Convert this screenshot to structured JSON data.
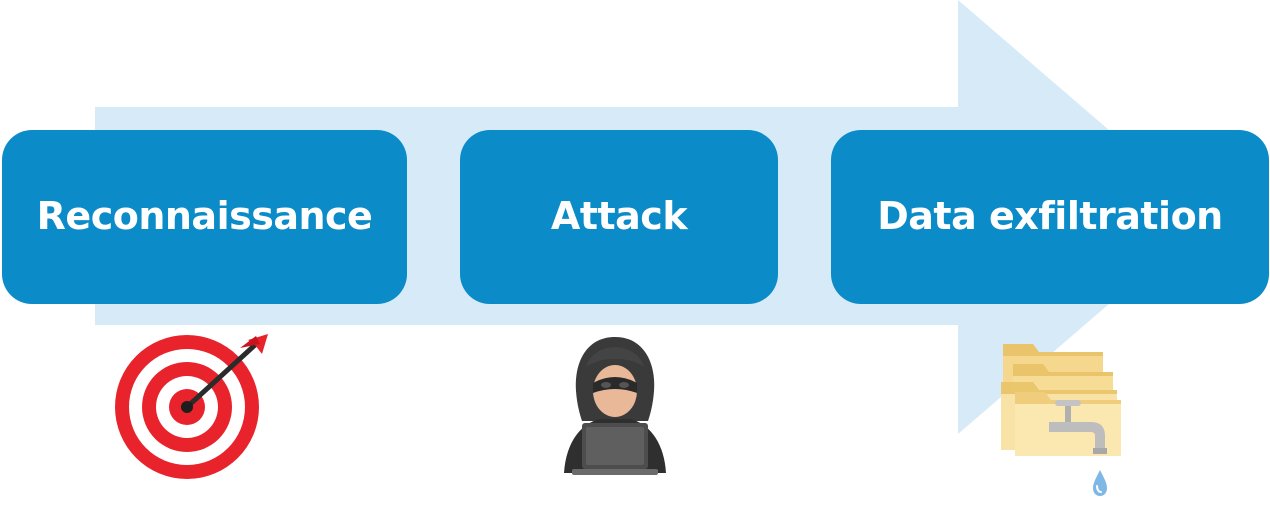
{
  "stages": [
    {
      "label": "Reconnaissance",
      "icon": "target-icon"
    },
    {
      "label": "Attack",
      "icon": "hacker-icon"
    },
    {
      "label": "Data exfiltration",
      "icon": "folder-leak-icon"
    }
  ],
  "colors": {
    "box": "#0c8bc9",
    "arrow": "#d6ebf7",
    "text": "#ffffff",
    "target_red": "#e8232b",
    "hacker_hood": "#3a3a3a",
    "folder": "#f5d78e"
  }
}
